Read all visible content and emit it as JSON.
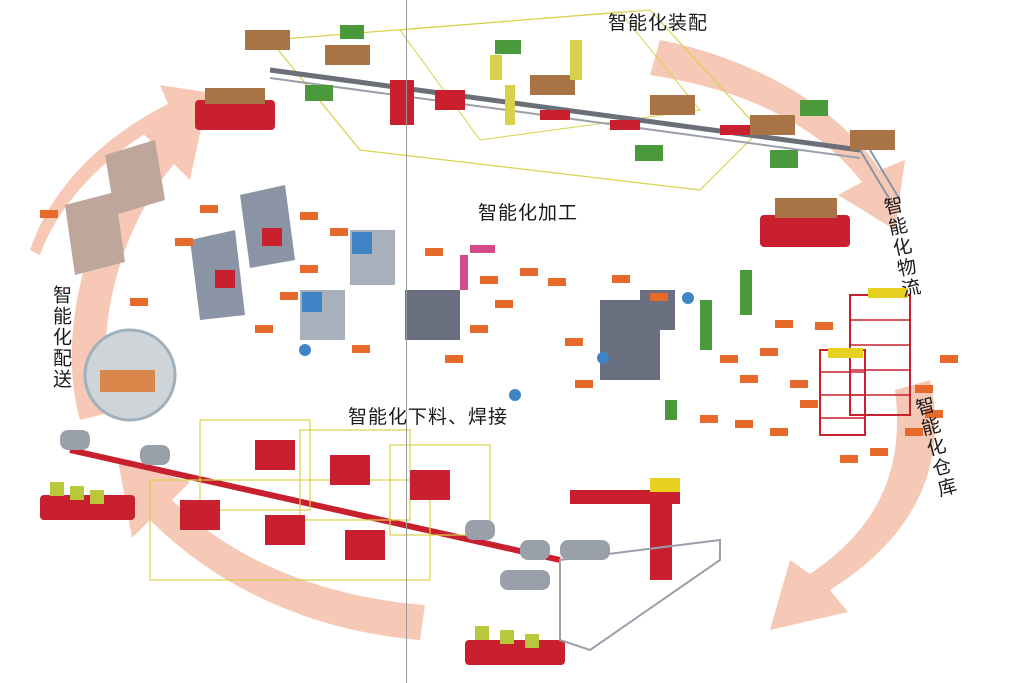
{
  "stages": {
    "assembly": "智能化装配",
    "logistics": "智能化物流",
    "machining": "智能化加工",
    "warehouse": "智能化仓库",
    "delivery": "智能化配送",
    "cutting_welding": "智能化下料、焊接"
  },
  "colors": {
    "arrow": "#f6c6b2",
    "machine_red": "#c8202e",
    "frame_yellow": "#d8d24a",
    "fixture_green": "#4a9a3c",
    "part_brown": "#a87446",
    "table_orange": "#e86a2a",
    "cabinet_grey": "#8a94a4",
    "cnc_blue": "#3f84c4"
  },
  "icons": [
    "agv-cart-icon",
    "robot-arm-icon",
    "cnc-machine-icon",
    "storage-rack-icon",
    "gantry-crane-icon"
  ]
}
